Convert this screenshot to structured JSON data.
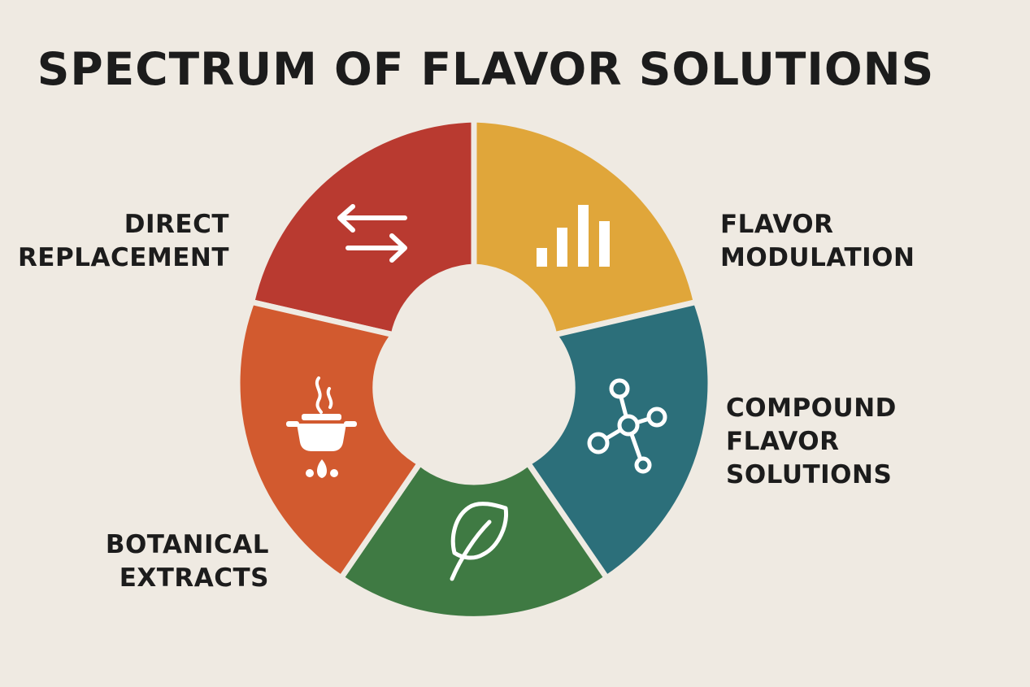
{
  "title": "SPECTRUM OF FLAVOR SOLUTIONS",
  "segments": [
    {
      "id": "direct-replacement",
      "lines": [
        "DIRECT",
        "REPLACEMENT"
      ],
      "color": "#b93a30",
      "icon": "swap-arrows-icon"
    },
    {
      "id": "flavor-modulation",
      "lines": [
        "FLAVOR",
        "MODULATION"
      ],
      "color": "#e0a63a",
      "icon": "bar-chart-icon"
    },
    {
      "id": "compound-flavor-solutions",
      "lines": [
        "COMPOUND",
        "FLAVOR",
        "SOLUTIONS"
      ],
      "color": "#2c6f7a",
      "icon": "molecule-icon"
    },
    {
      "id": "natural",
      "lines": [],
      "color": "#3f7a43",
      "icon": "leaf-icon"
    },
    {
      "id": "botanical-extracts",
      "lines": [
        "BOTANICAL",
        "EXTRACTS"
      ],
      "color": "#d25a2f",
      "icon": "cooking-pot-icon"
    }
  ]
}
